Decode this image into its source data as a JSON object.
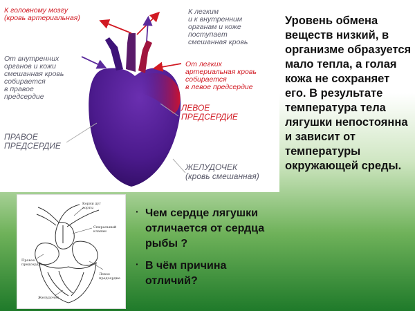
{
  "diagram": {
    "label_brain": "К головному мозгу\n(кровь артериальная)",
    "label_lungs_skin": "К легким\nи к внутренним\nорганам и коже\nпоступает\nсмешанная кровь",
    "label_internal_organs": "От внутренних\nорганов и кожи\nсмешанная кровь\nсобирается\nв правое\nпредсердие",
    "label_from_lungs": "От легких\nартериальная кровь\nсобирается\nв левое предсердие",
    "label_left_atrium": "ЛЕВОЕ\nПРЕДСЕРДИЕ",
    "label_right_atrium": "ПРАВОЕ\nПРЕДСЕРДИЕ",
    "label_ventricle": "ЖЕЛУДОЧЕК\n(кровь смешанная)"
  },
  "info_text": "Уровень обмена веществ низкий, в организме образуется мало тепла, а голая кожа не сохраняет его. В результате температура тела лягушки непостоянна и зависит от температуры окружающей среды.",
  "sketch": {
    "label_artery": "Корни дуг\nаорты",
    "label_valve": "Спиральный\nклапан",
    "label_right_atrium": "Правое\nпредсердие",
    "label_left_atrium": "Левое\nпредсердие",
    "label_ventricle": "Желудочек"
  },
  "questions": [
    {
      "bullet": "·",
      "text": "Чем сердце лягушки отличается от сердца рыбы ?"
    },
    {
      "bullet": "·",
      "text": "В чём причина отличий?"
    }
  ],
  "colors": {
    "heart_purple": "#4b1a8c",
    "heart_red": "#c8102e",
    "label_red": "#d11a23",
    "label_gray": "#5a5a6a"
  }
}
